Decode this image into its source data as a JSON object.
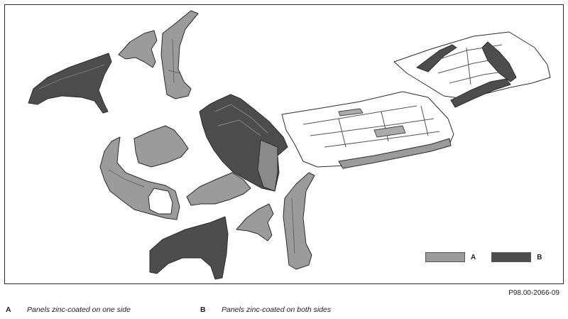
{
  "figure_id": "P98.00-2066-09",
  "colors": {
    "zinc_one_side": "#9b9b9b",
    "zinc_both_sides": "#4d4d4d",
    "outline": "#2b2b2b",
    "uncoated": "#ffffff"
  },
  "legend": [
    {
      "key": "A",
      "color": "#9b9b9b"
    },
    {
      "key": "B",
      "color": "#4d4d4d"
    }
  ],
  "captions": [
    {
      "key": "A",
      "text": "Panels zinc-coated on one side"
    },
    {
      "key": "B",
      "text": "Panels zinc-coated on both sides"
    }
  ]
}
